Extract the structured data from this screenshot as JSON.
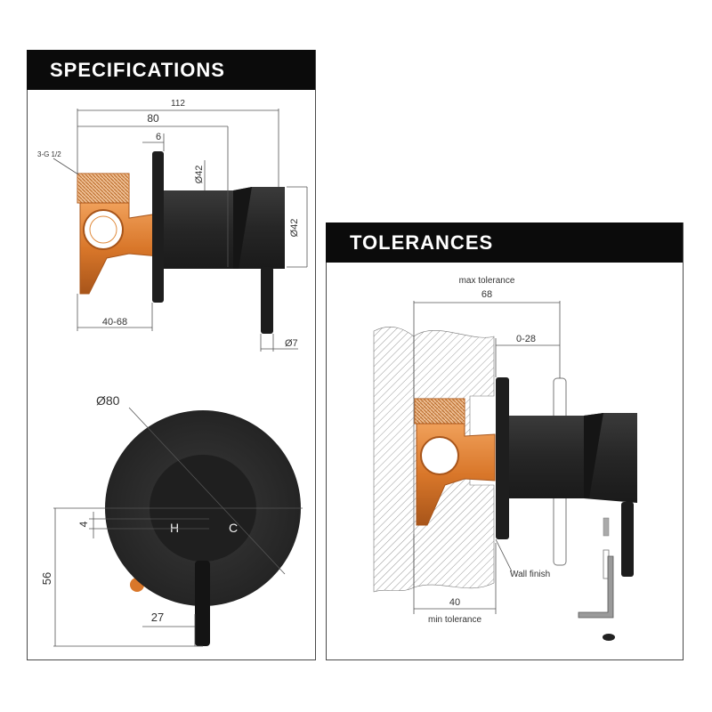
{
  "headers": {
    "specifications": "SPECIFICATIONS",
    "tolerances": "TOLERANCES"
  },
  "side_view": {
    "dim_overall": "112",
    "dim_body": "80",
    "dim_plate": "6",
    "dim_thread": "3-G 1/2",
    "dim_body_dia": "Ø42",
    "dim_handle_dia": "Ø42",
    "dim_depth": "40-68",
    "dim_lever_dia": "Ø7"
  },
  "front_view": {
    "dim_plate_dia": "Ø80",
    "dim_offset": "4",
    "dim_height": "56",
    "dim_lever_offset": "27",
    "label_hot": "H",
    "label_cold": "C"
  },
  "tolerance_view": {
    "max_label": "max tolerance",
    "max_value": "68",
    "range": "0-28",
    "wall_finish": "Wall finish",
    "min_value": "40",
    "min_label": "min tolerance"
  },
  "colors": {
    "header_bg": "#0b0b0b",
    "matte_black": "#2b2b2b",
    "copper": "#d9772a",
    "dimension_line": "#555555"
  }
}
